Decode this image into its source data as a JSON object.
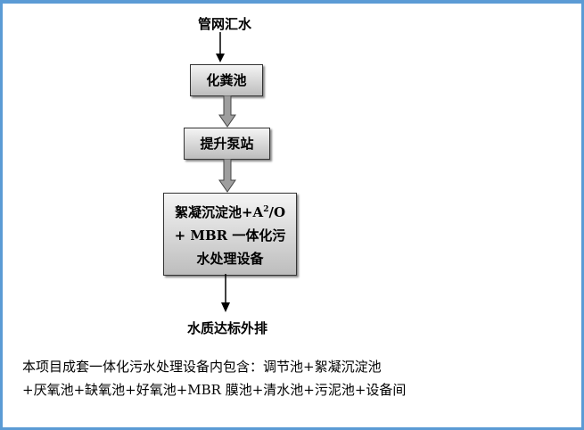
{
  "nodes": {
    "input": "管网汇水",
    "septic": "化粪池",
    "pump": "提升泵站",
    "equipment_line1_a": "絮凝沉淀池+A",
    "equipment_sup": "2",
    "equipment_line1_b": "/O",
    "equipment_line2": "+ MBR 一体化污",
    "equipment_line3": "水处理设备",
    "output": "水质达标外排"
  },
  "note": {
    "line1": "本项目成套一体化污水处理设备内包含：调节池+絮凝沉淀池",
    "line2": "+厌氧池+缺氧池+好氧池+MBR 膜池+清水池+污泥池+设备间"
  },
  "colors": {
    "border": "#5b9bd5",
    "arrow_fill": "#9e9e9e"
  }
}
